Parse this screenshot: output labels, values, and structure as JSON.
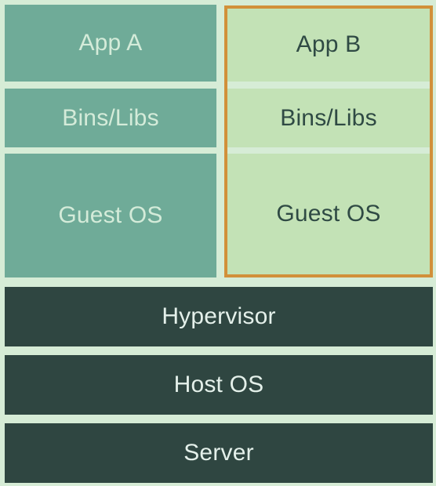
{
  "vm_a": {
    "app": "App A",
    "bins_libs": "Bins/Libs",
    "guest_os": "Guest OS"
  },
  "vm_b": {
    "app": "App B",
    "bins_libs": "Bins/Libs",
    "guest_os": "Guest OS",
    "highlight_color": "#d1903a"
  },
  "layers": {
    "hypervisor": "Hypervisor",
    "host_os": "Host OS",
    "server": "Server"
  },
  "colors": {
    "vm_a_fill": "#6fab98",
    "vm_b_fill": "#c3e2b6",
    "infrastructure_fill": "#2f4641",
    "background": "#d6ecd6"
  }
}
